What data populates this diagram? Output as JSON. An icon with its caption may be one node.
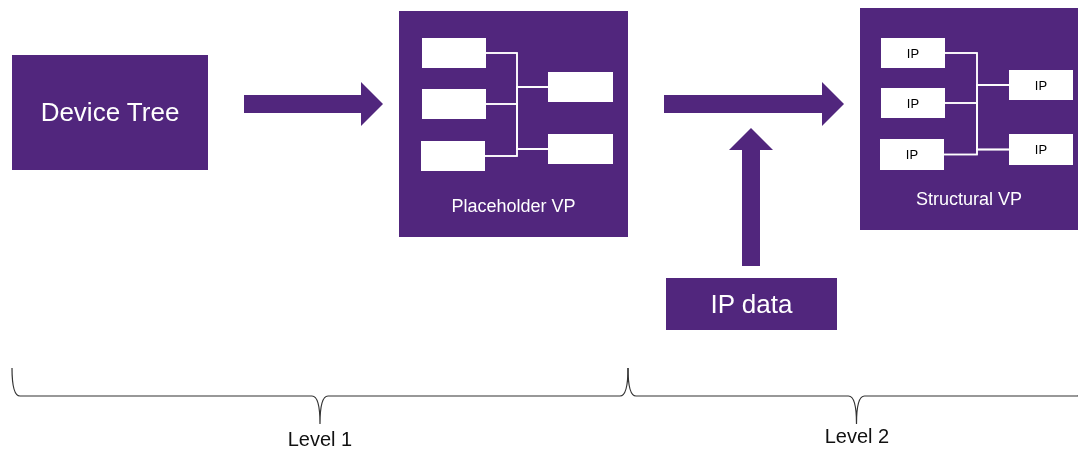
{
  "diagram": {
    "nodes": [
      {
        "text": [
          "Device Tree"
        ]
      },
      {
        "text": [
          "Placeholder VP"
        ]
      },
      {
        "text": [],
        "shape": "box",
        "in": 1
      },
      {
        "text": [],
        "shape": "box",
        "in": 1
      },
      {
        "text": [],
        "shape": "box",
        "in": 1
      },
      {
        "text": [],
        "shape": "box",
        "in": 1
      },
      {
        "text": [],
        "shape": "box",
        "in": 1
      },
      {
        "text": [
          "Structural VP"
        ]
      },
      {
        "text": [
          "IP"
        ],
        "in": 7
      },
      {
        "text": [
          "IP"
        ],
        "in": 7
      },
      {
        "text": [
          "IP"
        ],
        "in": 7
      },
      {
        "text": [
          "IP"
        ],
        "in": 7
      },
      {
        "text": [
          "IP"
        ],
        "in": 7
      },
      {
        "text": [
          "IP data"
        ]
      }
    ],
    "edges": [
      {
        "from": 0,
        "to": 1,
        "arrow": "to",
        "style": "thick",
        "color": "#51267d"
      },
      {
        "from": 1,
        "to": 7,
        "arrow": "to",
        "style": "thick",
        "color": "#51267d"
      },
      {
        "from": 13,
        "to": null,
        "arrow": "to",
        "style": "thick",
        "color": "#51267d"
      },
      {
        "from": 2,
        "to": 5,
        "arrow": "none",
        "color": "#ffffff"
      },
      {
        "from": 2,
        "to": 6,
        "arrow": "none",
        "color": "#ffffff"
      },
      {
        "from": 3,
        "to": 5,
        "arrow": "none",
        "color": "#ffffff"
      },
      {
        "from": 3,
        "to": 6,
        "arrow": "none",
        "color": "#ffffff"
      },
      {
        "from": 4,
        "to": 5,
        "arrow": "none",
        "color": "#ffffff"
      },
      {
        "from": 4,
        "to": 6,
        "arrow": "none",
        "color": "#ffffff"
      },
      {
        "from": 8,
        "to": 11,
        "arrow": "none",
        "color": "#ffffff"
      },
      {
        "from": 8,
        "to": 12,
        "arrow": "none",
        "color": "#ffffff"
      },
      {
        "from": 9,
        "to": 11,
        "arrow": "none",
        "color": "#ffffff"
      },
      {
        "from": 9,
        "to": 12,
        "arrow": "none",
        "color": "#ffffff"
      },
      {
        "from": 10,
        "to": 11,
        "arrow": "none",
        "color": "#ffffff"
      },
      {
        "from": 10,
        "to": 12,
        "arrow": "none",
        "color": "#ffffff"
      }
    ],
    "labels": [
      "Level 1",
      "Level 2"
    ]
  }
}
